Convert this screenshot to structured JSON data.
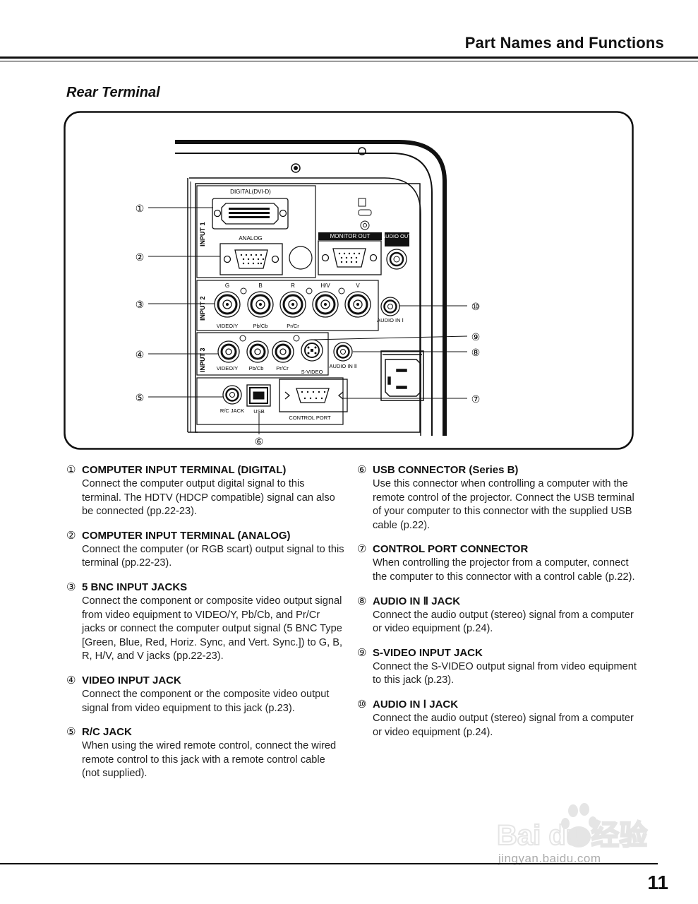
{
  "header": {
    "title": "Part Names and Functions"
  },
  "section": {
    "title": "Rear Terminal"
  },
  "diagram_labels": {
    "digital": "DIGITAL(DVI-D)",
    "analog": "ANALOG",
    "monitor_out": "MONITOR OUT",
    "audio_out": "AUDIO OUT",
    "input1": "INPUT 1",
    "input2": "INPUT 2",
    "input3": "INPUT 3",
    "g": "G",
    "b": "B",
    "r": "R",
    "hv": "H/V",
    "v": "V",
    "video_y": "VIDEO/Y",
    "pb_cb": "Pb/Cb",
    "pr_cr": "Pr/Cr",
    "audio_in1": "AUDIO IN Ⅰ",
    "s_video": "S-VIDEO",
    "audio_in2": "AUDIO IN Ⅱ",
    "rc_jack": "R/C JACK",
    "usb": "USB",
    "control_port": "CONTROL PORT",
    "callouts": [
      "①",
      "②",
      "③",
      "④",
      "⑤",
      "⑥",
      "⑦",
      "⑧",
      "⑨",
      "⑩"
    ]
  },
  "items_left": [
    {
      "num": "①",
      "title": "COMPUTER INPUT TERMINAL (DIGITAL)",
      "body": "Connect the computer output digital signal to this terminal. The HDTV (HDCP compatible) signal can also be connected (pp.22-23)."
    },
    {
      "num": "②",
      "title": "COMPUTER INPUT TERMINAL (ANALOG)",
      "body": "Connect the computer (or RGB scart) output signal to this terminal (pp.22-23)."
    },
    {
      "num": "③",
      "title": "5 BNC INPUT JACKS",
      "body": "Connect the component or composite video output signal from video equipment to VIDEO/Y, Pb/Cb, and Pr/Cr jacks or connect the computer output signal (5 BNC Type [Green, Blue, Red, Horiz. Sync, and Vert. Sync.]) to G, B, R, H/V, and V jacks (pp.22-23)."
    },
    {
      "num": "④",
      "title": "VIDEO INPUT JACK",
      "body": "Connect the component or the composite video output signal from video equipment to this jack (p.23)."
    },
    {
      "num": "⑤",
      "title": "R/C JACK",
      "body": "When using the wired remote control, connect the wired remote control to this jack with a remote control cable (not supplied)."
    }
  ],
  "items_right": [
    {
      "num": "⑥",
      "title": "USB CONNECTOR (Series B)",
      "body": "Use this connector when controlling a computer with the remote control of the projector. Connect the USB terminal of your computer to this connector with the supplied USB cable (p.22)."
    },
    {
      "num": "⑦",
      "title": "CONTROL PORT CONNECTOR",
      "body": "When controlling the projector from a computer, connect the computer to this connector with a control cable (p.22)."
    },
    {
      "num": "⑧",
      "title": "AUDIO IN Ⅱ JACK",
      "body": "Connect the audio output (stereo) signal from a computer or video equipment (p.24)."
    },
    {
      "num": "⑨",
      "title": "S-VIDEO INPUT JACK",
      "body": "Connect the S-VIDEO output signal from video equipment to this jack (p.23)."
    },
    {
      "num": "⑩",
      "title": "AUDIO IN Ⅰ JACK",
      "body": "Connect the audio output (stereo) signal from a computer or video equipment (p.24)."
    }
  ],
  "watermark": {
    "brand": "Bai du 经验",
    "url": "jingyan.baidu.com"
  },
  "page": {
    "number": "11"
  }
}
